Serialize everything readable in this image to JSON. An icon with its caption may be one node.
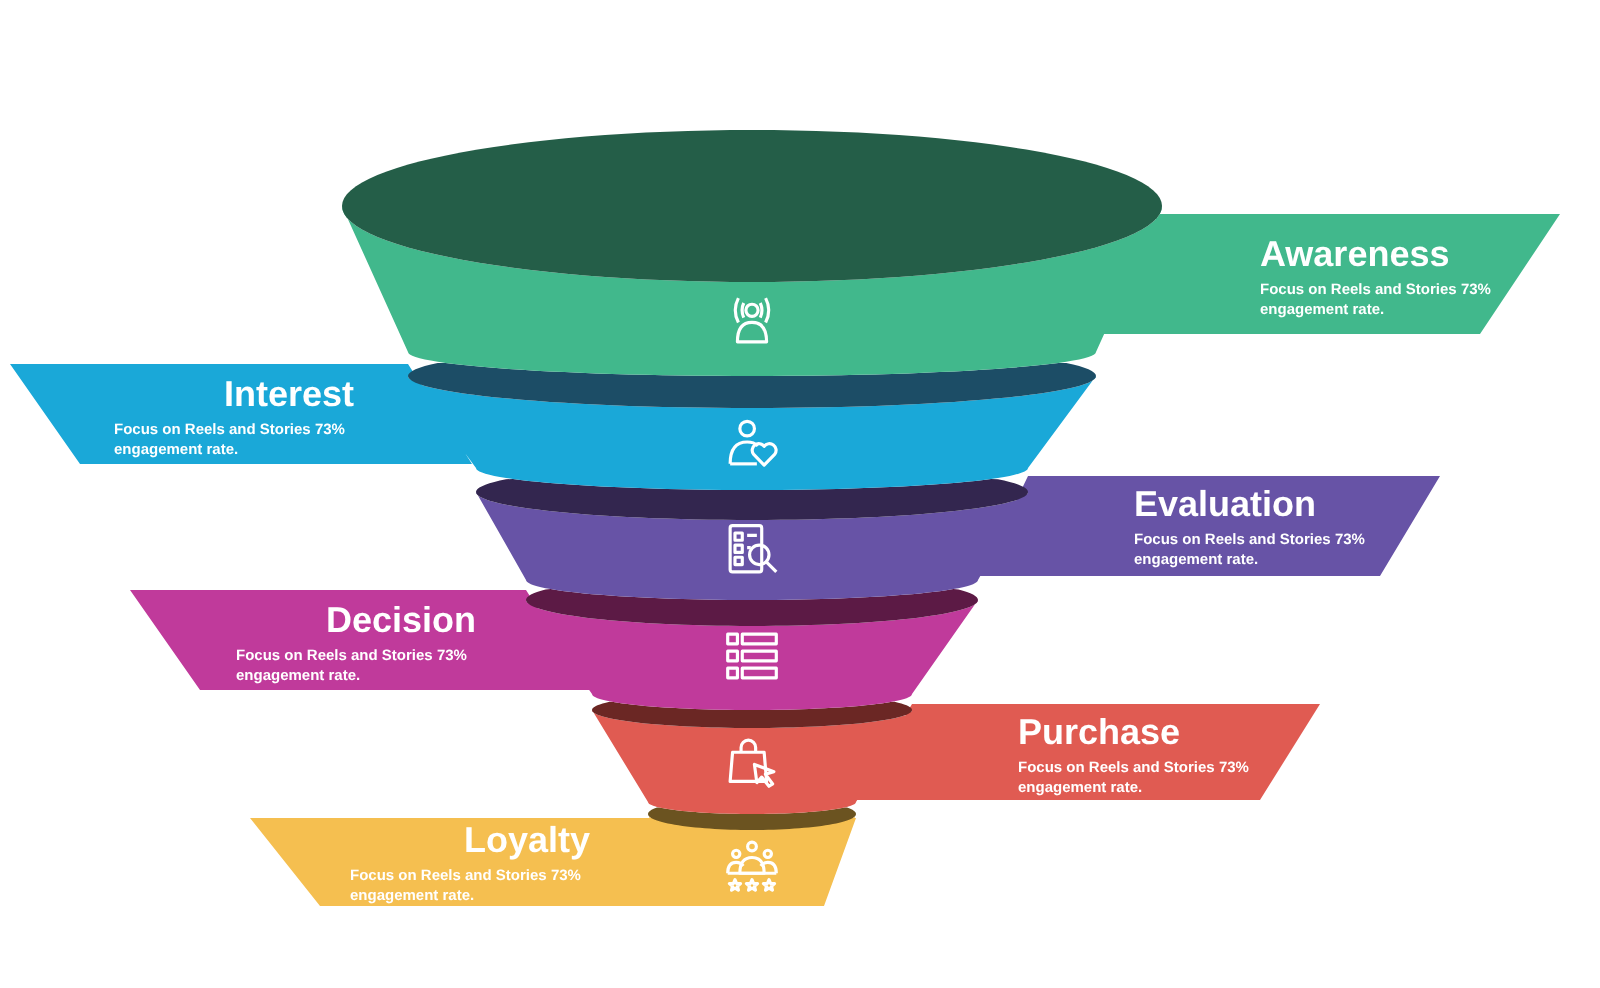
{
  "diagram": {
    "nodes": [
      {
        "text": [
          "Awareness",
          "Focus on Reels and Stories 73% engagement rate."
        ]
      },
      {
        "text": [
          "Interest",
          "Focus on Reels and Stories 73% engagement rate."
        ]
      },
      {
        "text": [
          "Evaluation",
          "Focus on Reels and Stories 73% engagement rate."
        ]
      },
      {
        "text": [
          "Decision",
          "Focus on Reels and Stories 73% engagement rate."
        ]
      },
      {
        "text": [
          "Purchase",
          "Focus on Reels and Stories 73% engagement rate."
        ]
      },
      {
        "text": [
          "Loyalty",
          "Focus on Reels and Stories 73% engagement rate."
        ]
      }
    ]
  }
}
